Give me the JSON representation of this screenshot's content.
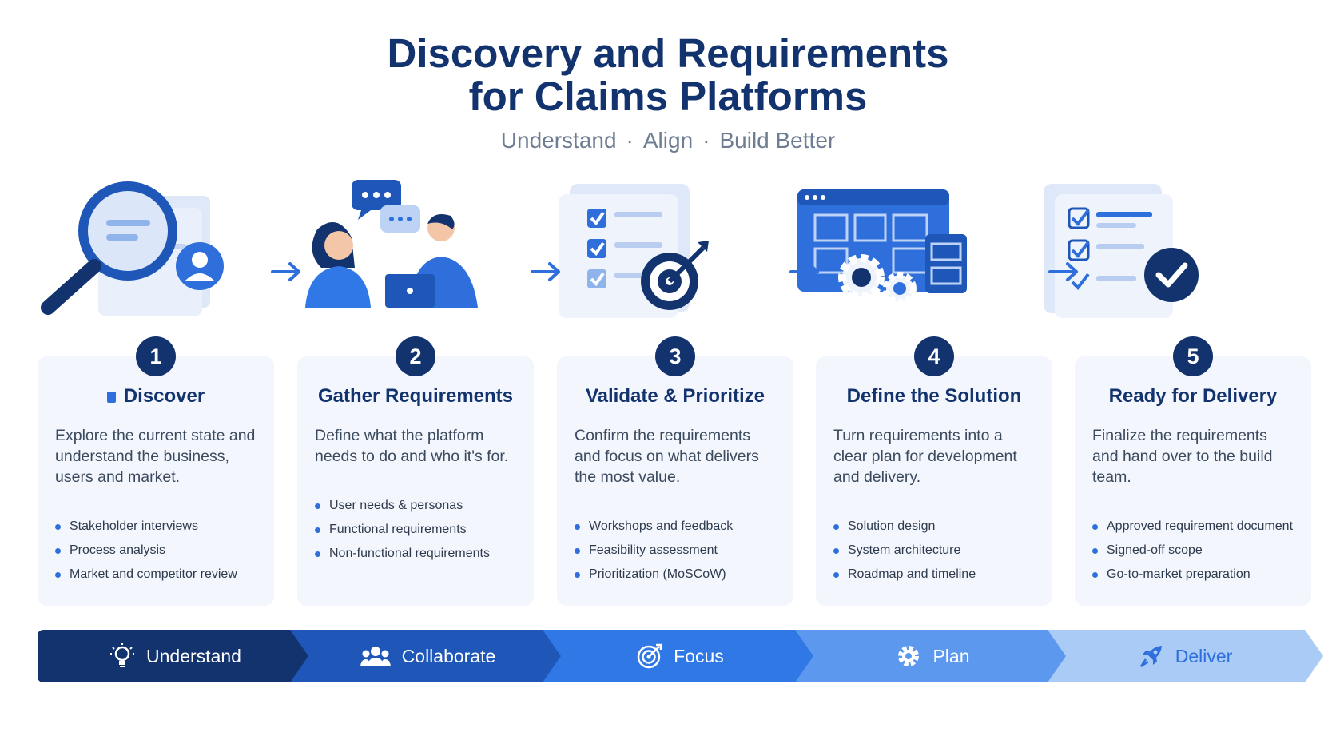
{
  "header": {
    "title_line1": "Discovery and Requirements",
    "title_line2": "for Claims Platforms",
    "subtitle": [
      "Understand",
      "Align",
      "Build Better"
    ]
  },
  "steps": [
    {
      "number": "1",
      "title": "Discover",
      "description": "Explore the current state and understand the business, users and market.",
      "items": [
        "Stakeholder interviews",
        "Process analysis",
        "Market and competitor review"
      ],
      "illustration": "magnifier-document-user-icon"
    },
    {
      "number": "2",
      "title": "Gather Requirements",
      "description": "Define what the platform needs to do and who it's for.",
      "items": [
        "User needs & personas",
        "Functional requirements",
        "Non-functional requirements"
      ],
      "illustration": "conversation-people-icon"
    },
    {
      "number": "3",
      "title": "Validate & Prioritize",
      "description": "Confirm the requirements and focus on what delivers the most value.",
      "items": [
        "Workshops and feedback",
        "Feasibility assessment",
        "Prioritization (MoSCoW)"
      ],
      "illustration": "checklist-target-icon"
    },
    {
      "number": "4",
      "title": "Define the Solution",
      "description": "Turn requirements into a clear plan for development and delivery.",
      "items": [
        "Solution design",
        "System architecture",
        "Roadmap and timeline"
      ],
      "illustration": "dashboard-gears-icon"
    },
    {
      "number": "5",
      "title": "Ready for Delivery",
      "description": "Finalize the requirements and hand over to the build team.",
      "items": [
        "Approved requirement document",
        "Signed-off scope",
        "Go-to-market preparation"
      ],
      "illustration": "checklist-approved-icon"
    }
  ],
  "phases": [
    {
      "label": "Understand",
      "icon": "lightbulb-icon",
      "color": "#12336e",
      "text_color": "#ffffff"
    },
    {
      "label": "Collaborate",
      "icon": "people-icon",
      "color": "#1f57b8",
      "text_color": "#ffffff"
    },
    {
      "label": "Focus",
      "icon": "target-icon",
      "color": "#2f78e6",
      "text_color": "#ffffff"
    },
    {
      "label": "Plan",
      "icon": "gear-icon",
      "color": "#5b98ee",
      "text_color": "#ffffff"
    },
    {
      "label": "Deliver",
      "icon": "rocket-icon",
      "color": "#a9cbf6",
      "text_color": "#2f6fdc"
    }
  ],
  "colors": {
    "navy": "#12336e",
    "accent": "#2f6fdc",
    "card_bg": "#f3f6fc"
  }
}
